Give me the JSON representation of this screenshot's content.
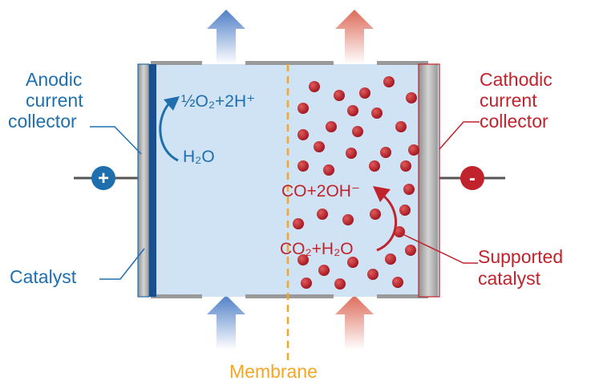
{
  "labels": {
    "anodic_line1": "Anodic",
    "anodic_line2": "current",
    "anodic_line3": "collector",
    "cathodic_line1": "Cathodic",
    "cathodic_line2": "current",
    "cathodic_line3": "collector",
    "catalyst": "Catalyst",
    "supported_line1": "Supported",
    "supported_line2": "catalyst",
    "membrane": "Membrane"
  },
  "reactions": {
    "anode_product": "½O₂+2H⁺",
    "anode_reactant": "H₂O",
    "cathode_product": "CO+2OH⁻",
    "cathode_reactant": "CO₂+H₂O"
  },
  "terminals": {
    "positive": "+",
    "negative": "-"
  },
  "colors": {
    "anode": "#1f6fae",
    "cathode": "#c0232b",
    "membrane": "#f2a826",
    "electrolyte": "#cfe3f5",
    "collector": "#b3b3b3"
  }
}
